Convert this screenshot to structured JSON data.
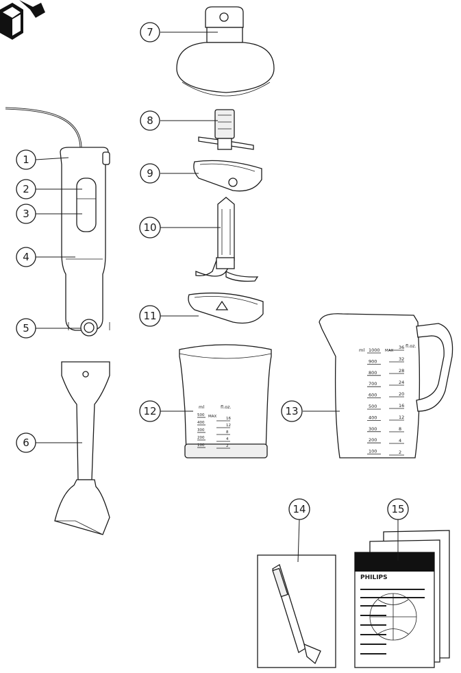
{
  "callouts": [
    "1",
    "2",
    "3",
    "4",
    "5",
    "6",
    "7",
    "8",
    "9",
    "10",
    "11",
    "12",
    "13",
    "14",
    "15"
  ],
  "beaker_scale": {
    "ml_unit": "ml",
    "floz_unit": "fl.oz.",
    "max_label": "MAX",
    "ml_values": [
      "500",
      "400",
      "300",
      "200",
      "100"
    ],
    "floz_values": [
      "16",
      "12",
      "8",
      "4",
      "2"
    ]
  },
  "jug_scale": {
    "ml_unit": "ml",
    "floz_unit": "fl.oz.",
    "max_label": "MAX",
    "ml_values": [
      "1000",
      "900",
      "800",
      "700",
      "600",
      "500",
      "400",
      "300",
      "200",
      "100"
    ],
    "floz_values": [
      "36",
      "32",
      "28",
      "24",
      "20",
      "16",
      "12",
      "8",
      "4",
      "2"
    ]
  },
  "manual_brand": "PHILIPS"
}
